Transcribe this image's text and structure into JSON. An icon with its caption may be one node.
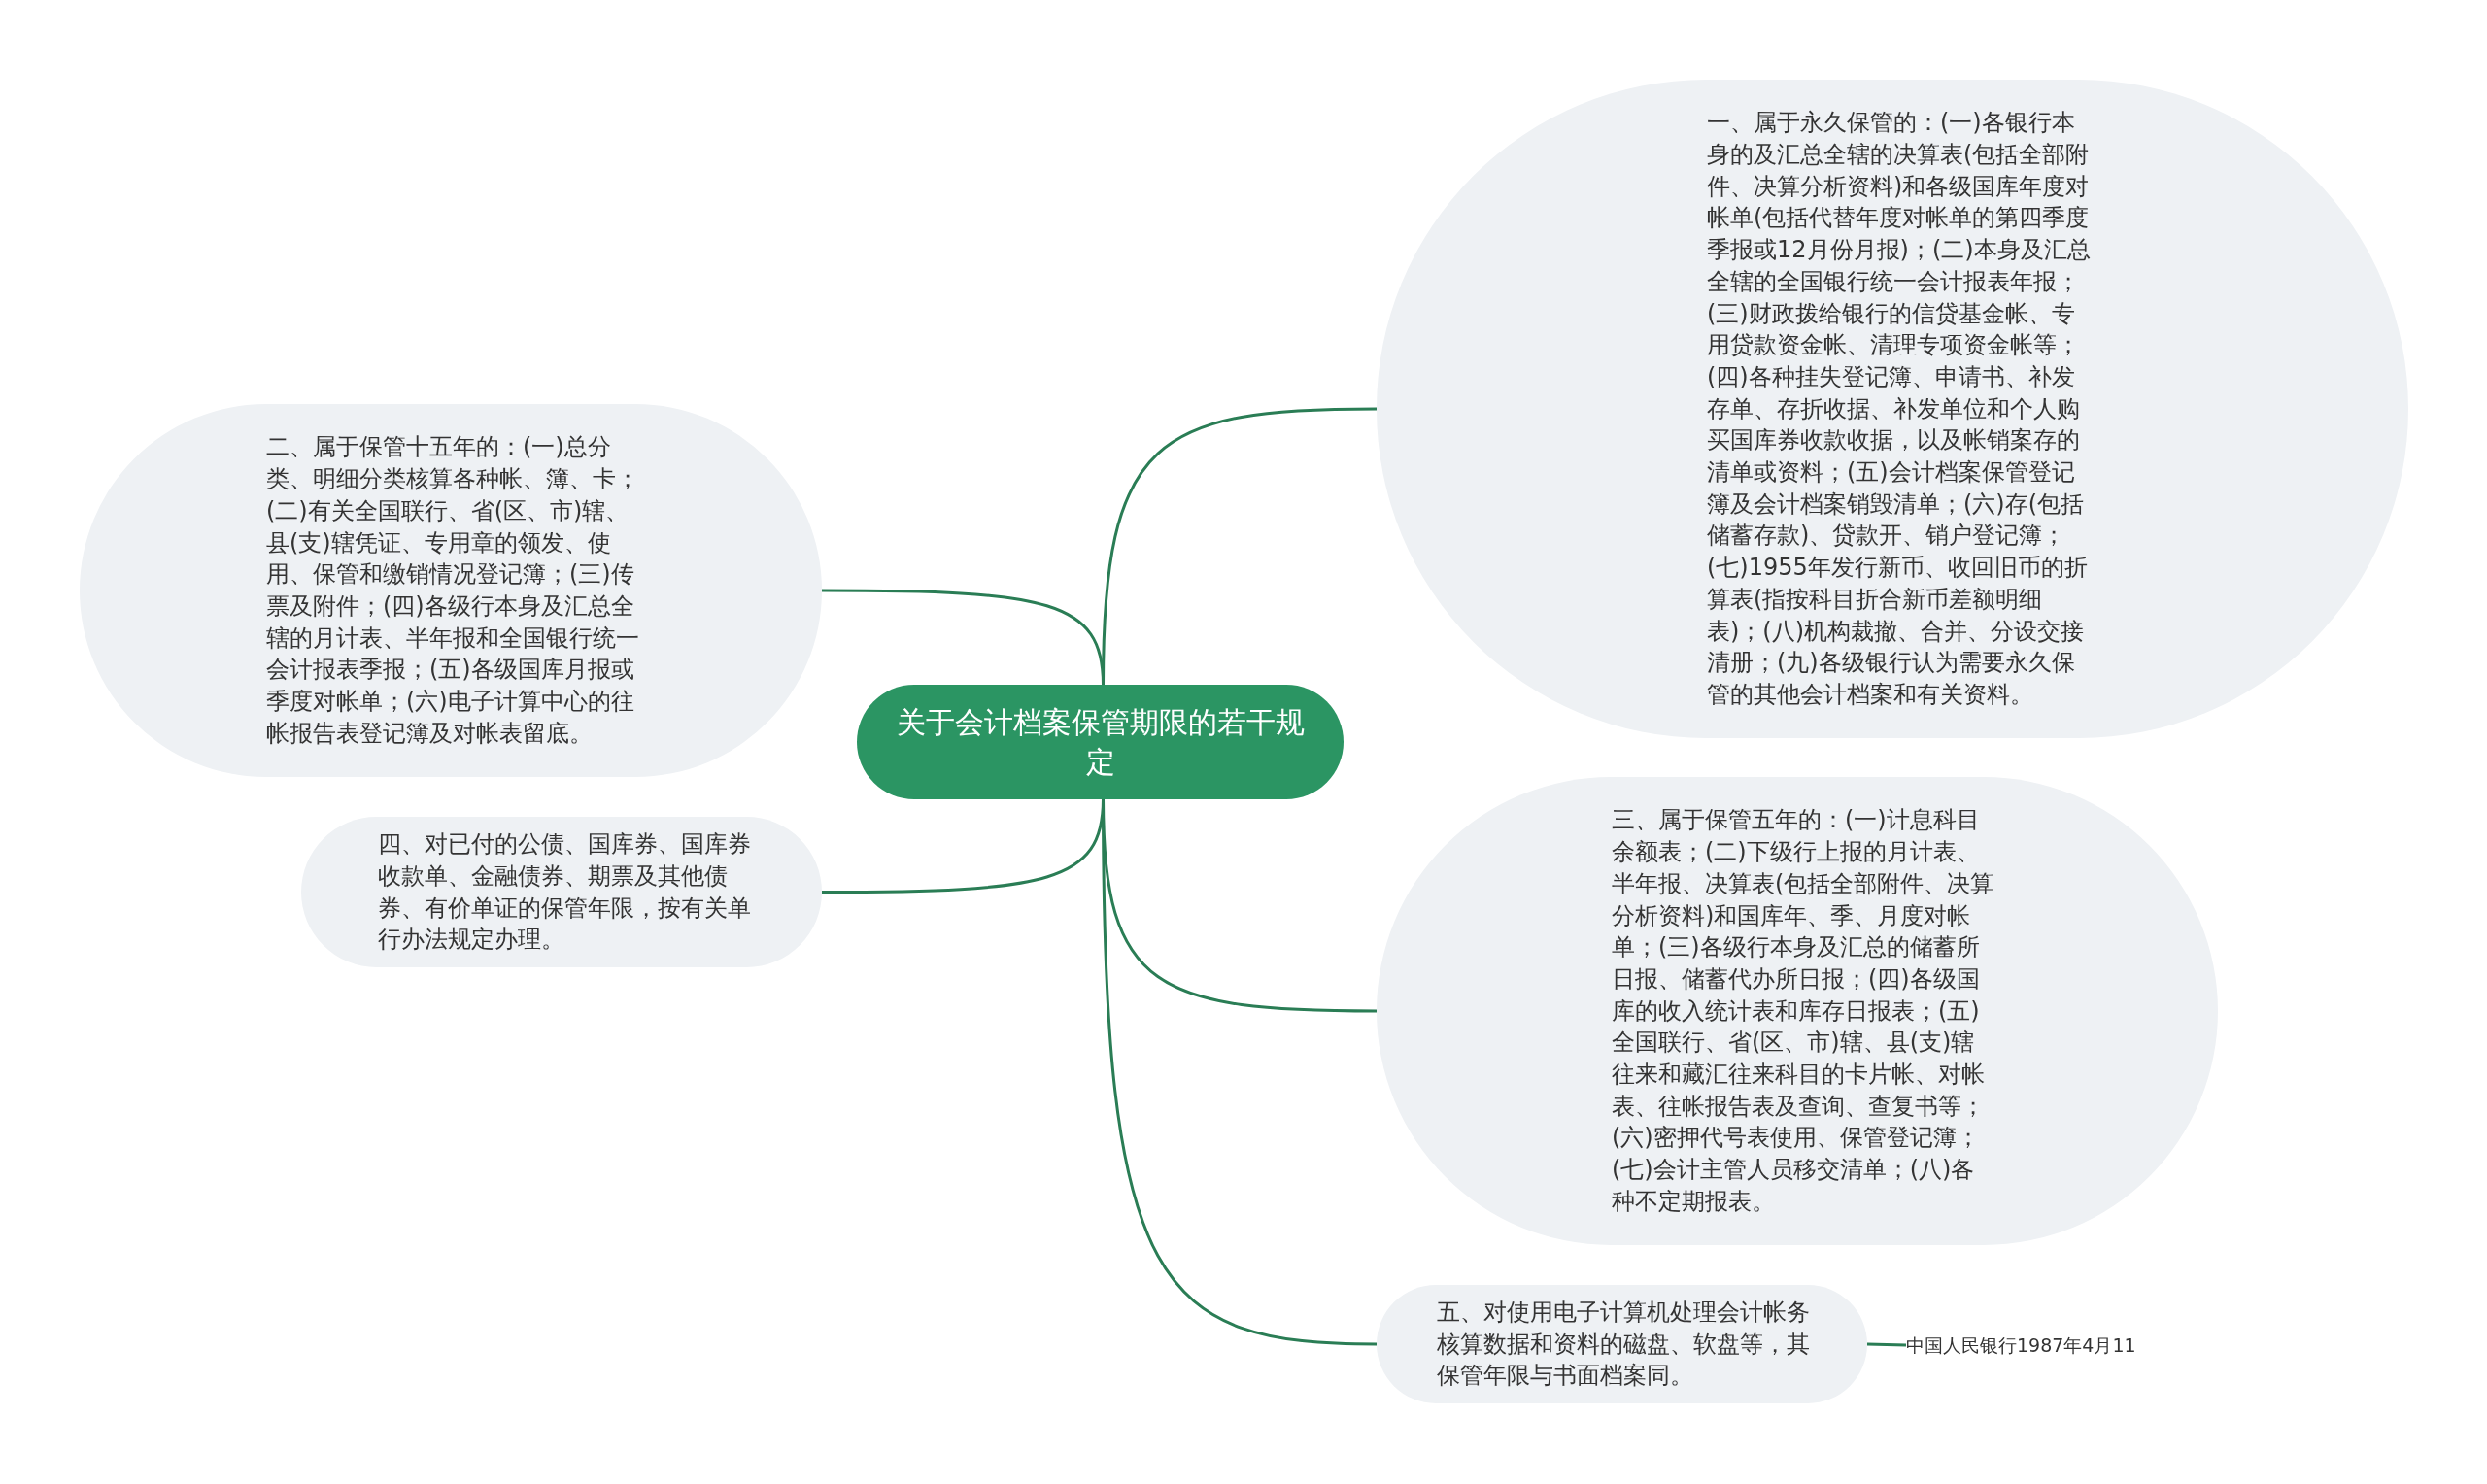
{
  "diagram": {
    "nodes": [
      {
        "text": [
          "关于会计档案保管期限的若干规定"
        ]
      },
      {
        "text": [
          "一、属于永久保管的：(一)各银行本身的及汇总全辖的决算表(包括全部附件、决算分析资料)和各级国库年度对帐单(包括代替年度对帐单的第四季度季报或12月份月报)；(二)本身及汇总全辖的全国银行统一会计报表年报；(三)财政拨给银行的信贷基金帐、专用贷款资金帐、清理专项资金帐等；(四)各种挂失登记簿、申请书、补发存单、存折收据、补发单位和个人购买国库券收款收据，以及帐销案存的清单或资料；(五)会计档案保管登记簿及会计档案销毁清单；(六)存(包括储蓄存款)、贷款开、销户登记簿；(七)1955年发行新币、收回旧币的折算表(指按科目折合新币差额明细表)；(八)机构裁撤、合并、分设交接清册；(九)各级银行认为需要永久保管的其他会计档案和有关资料。"
        ]
      },
      {
        "text": [
          "二、属于保管十五年的：(一)总分类、明细分类核算各种帐、簿、卡；(二)有关全国联行、省(区、市)辖、县(支)辖凭证、专用章的领发、使用、保管和缴销情况登记簿；(三)传票及附件；(四)各级行本身及汇总全辖的月计表、半年报和全国银行统一会计报表季报；(五)各级国库月报或季度对帐单；(六)电子计算中心的往帐报告表登记簿及对帐表留底。"
        ]
      },
      {
        "text": [
          "三、属于保管五年的：(一)计息科目余额表；(二)下级行上报的月计表、半年报、决算表(包括全部附件、决算分析资料)和国库年、季、月度对帐单；(三)各级行本身及汇总的储蓄所日报、储蓄代办所日报；(四)各级国库的收入统计表和库存日报表；(五)全国联行、省(区、市)辖、县(支)辖往来和藏汇往来科目的卡片帐、对帐表、往帐报告表及查询、查复书等；(六)密押代号表使用、保管登记簿；(七)会计主管人员移交清单；(八)各种不定期报表。"
        ]
      },
      {
        "text": [
          "四、对已付的公债、国库券、国库券收款单、金融债券、期票及其他债券、有价单证的保管年限，按有关单行办法规定办理。"
        ]
      },
      {
        "text": [
          "五、对使用电子计算机处理会计帐务核算数据和资料的磁盘、软盘等，其保管年限与书面档案同。"
        ]
      },
      {
        "text": [
          "中国人民银行1987年4月11"
        ]
      }
    ],
    "edges": [
      {
        "from": 0,
        "to": 1,
        "arrow": "none"
      },
      {
        "from": 0,
        "to": 2,
        "arrow": "none"
      },
      {
        "from": 0,
        "to": 3,
        "arrow": "none"
      },
      {
        "from": 0,
        "to": 4,
        "arrow": "none"
      },
      {
        "from": 0,
        "to": 5,
        "arrow": "none"
      },
      {
        "from": 5,
        "to": 6,
        "arrow": "none"
      }
    ]
  }
}
